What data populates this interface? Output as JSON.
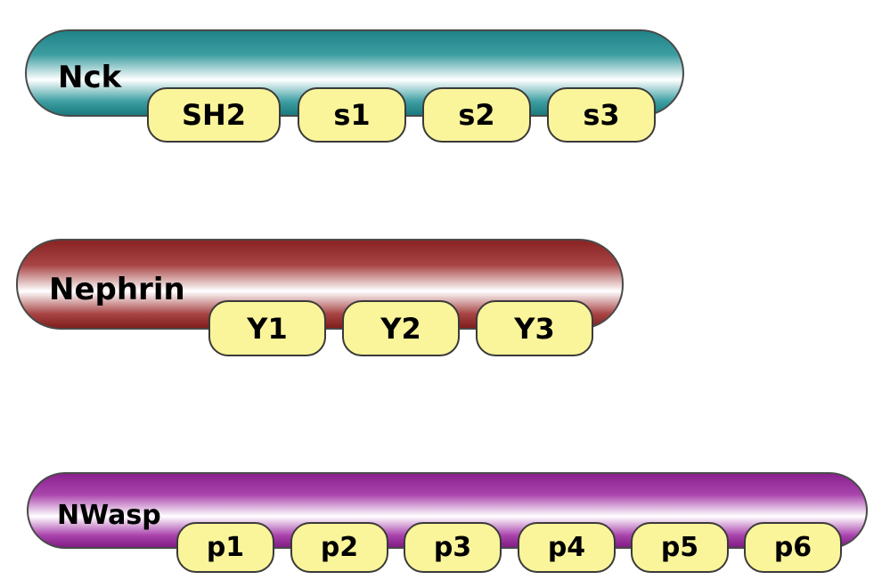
{
  "molecules": [
    {
      "name": "Nck",
      "color": "#2a8e92",
      "sites": [
        "SH2",
        "s1",
        "s2",
        "s3"
      ]
    },
    {
      "name": "Nephrin",
      "color": "#962a2a",
      "sites": [
        "Y1",
        "Y2",
        "Y3"
      ]
    },
    {
      "name": "NWasp",
      "color": "#962a9a",
      "sites": [
        "p1",
        "p2",
        "p3",
        "p4",
        "p5",
        "p6"
      ]
    }
  ]
}
